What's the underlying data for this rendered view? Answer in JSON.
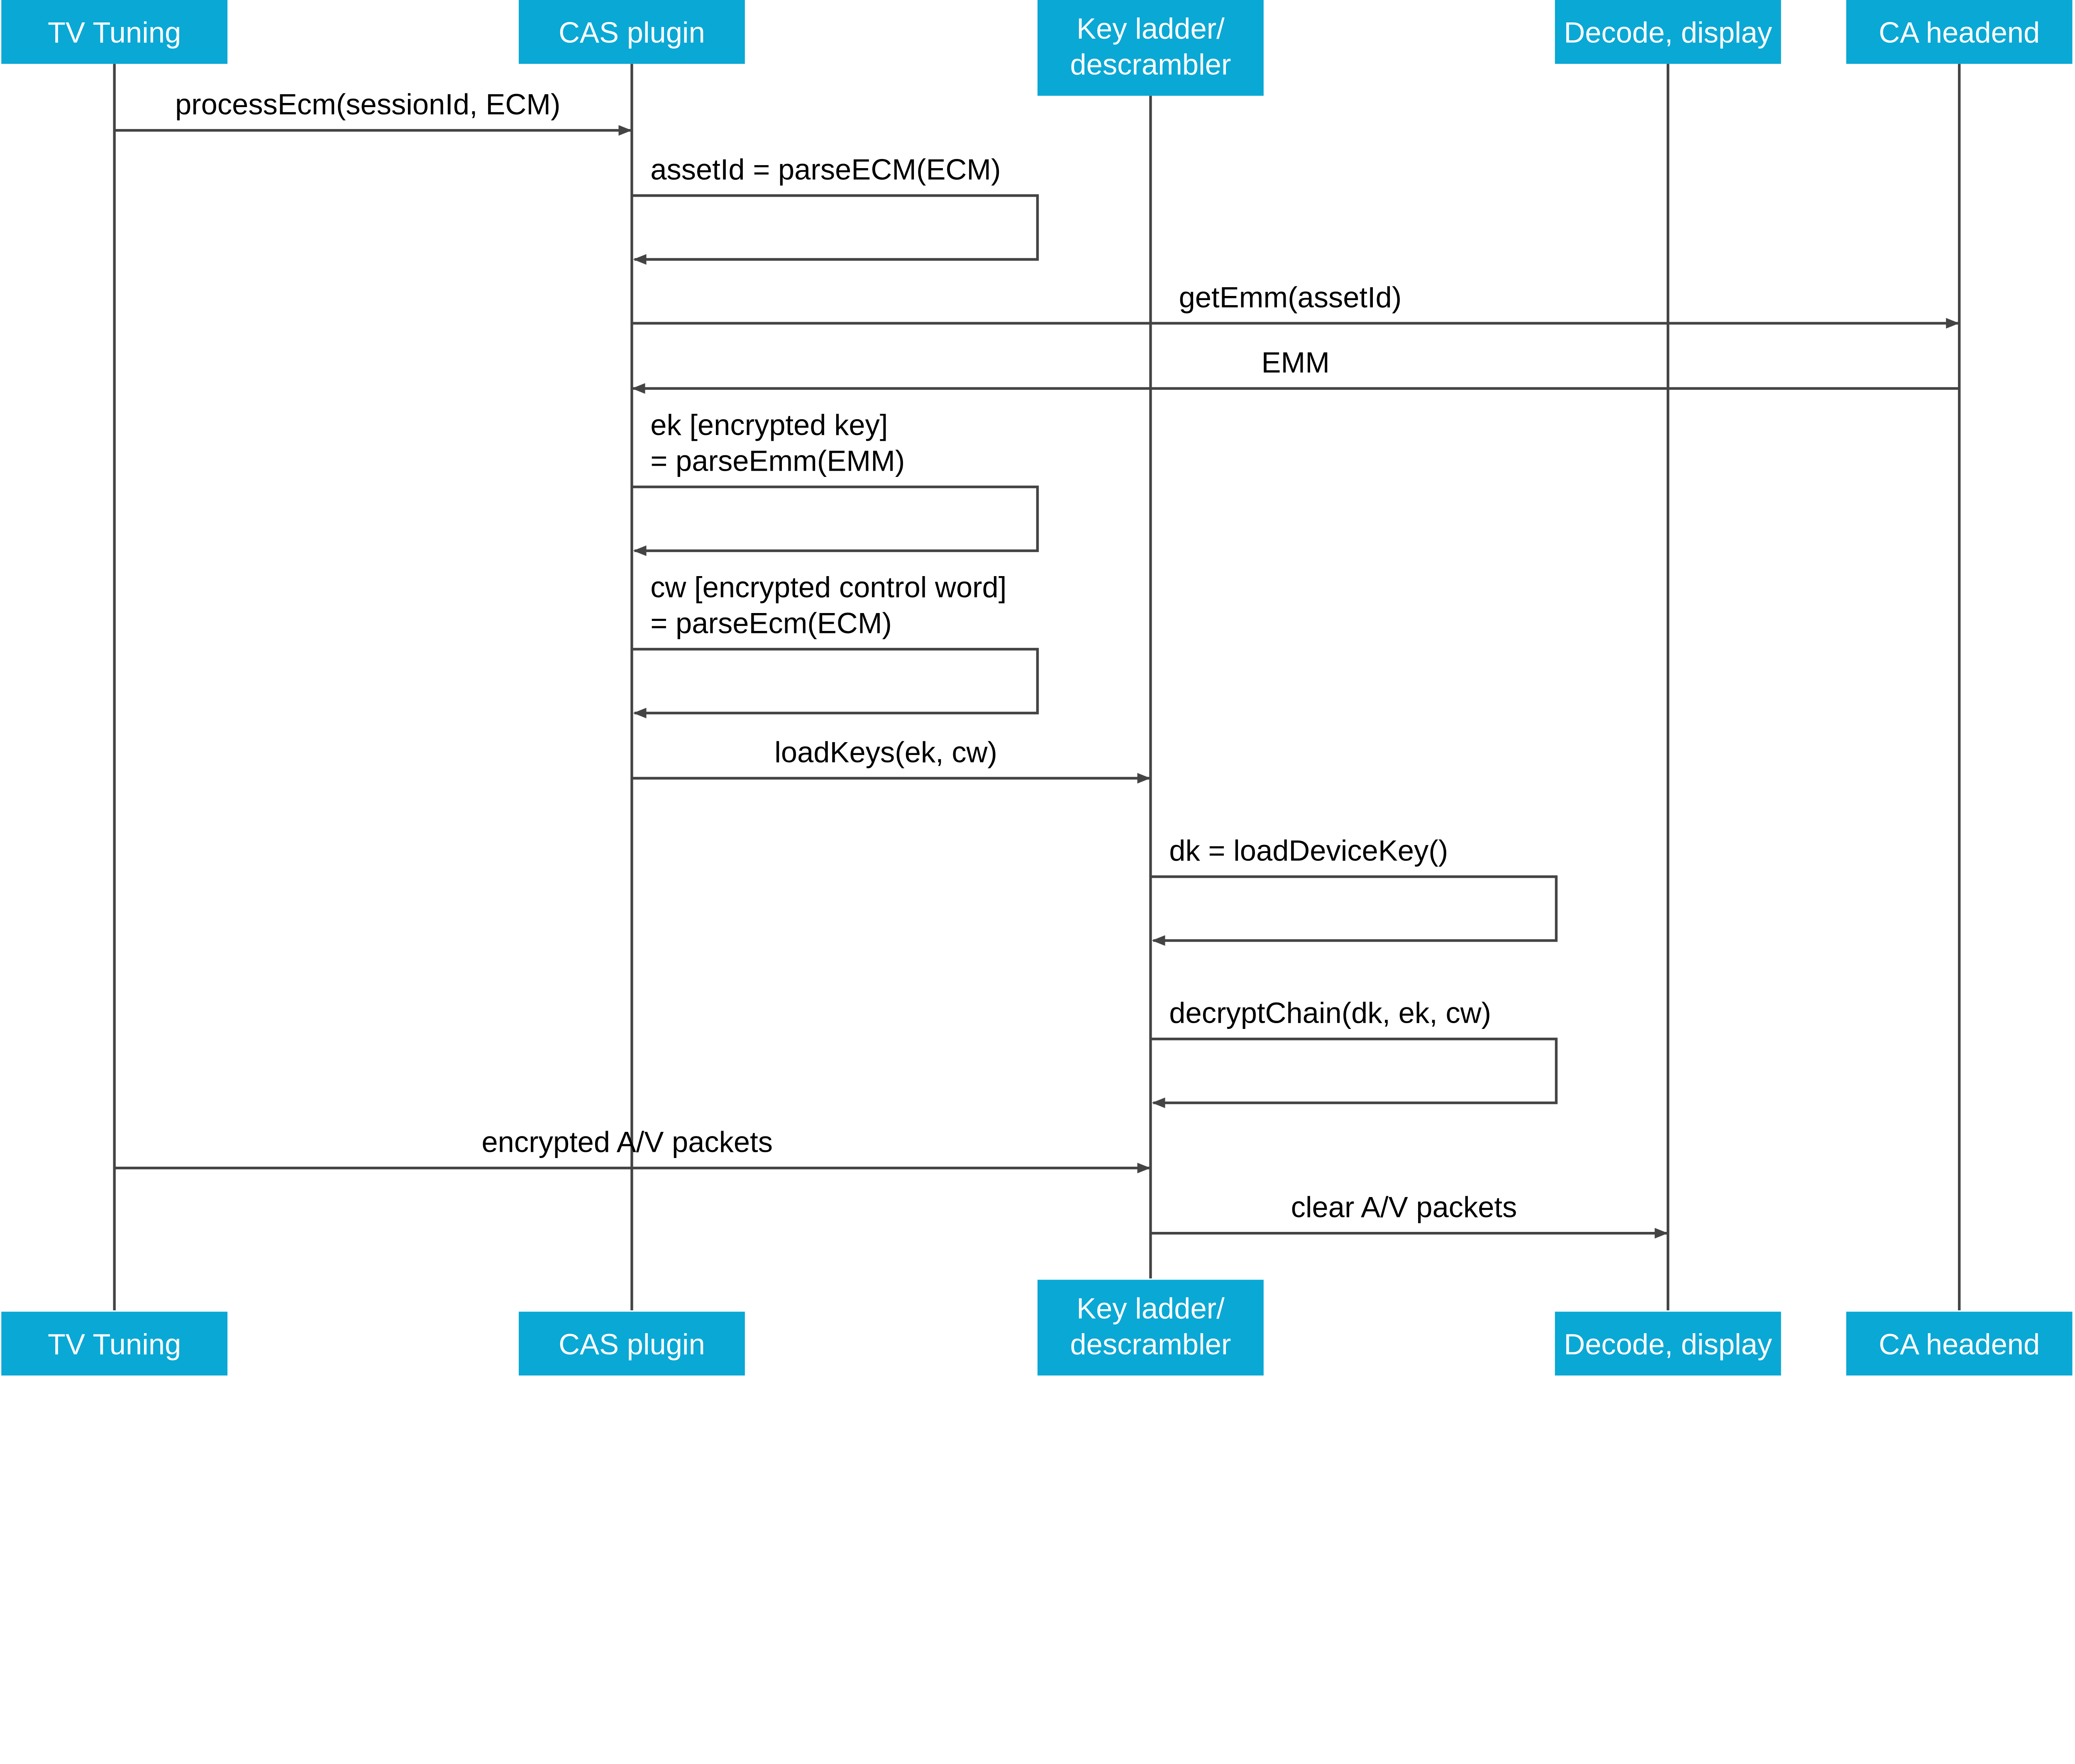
{
  "colors": {
    "header_fill": "#0aa8d5",
    "header_text": "#ffffff",
    "line": "#444444",
    "text": "#000000"
  },
  "participants": [
    {
      "label": [
        "TV Tuning"
      ]
    },
    {
      "label": [
        "CAS plugin"
      ]
    },
    {
      "label": [
        "Key ladder/",
        "descrambler"
      ]
    },
    {
      "label": [
        "Decode, display"
      ]
    },
    {
      "label": [
        "CA headend"
      ]
    }
  ],
  "messages": [
    {
      "from": 0,
      "to": 1,
      "label": [
        "processEcm(sessionId, ECM)"
      ]
    },
    {
      "from": 1,
      "to": 1,
      "label": [
        "assetId = parseECM(ECM)"
      ]
    },
    {
      "from": 1,
      "to": 4,
      "label": [
        "getEmm(assetId)"
      ]
    },
    {
      "from": 4,
      "to": 1,
      "label": [
        "EMM"
      ]
    },
    {
      "from": 1,
      "to": 1,
      "label": [
        "ek [encrypted key]",
        "= parseEmm(EMM)"
      ]
    },
    {
      "from": 1,
      "to": 1,
      "label": [
        "cw [encrypted control word]",
        "= parseEcm(ECM)"
      ]
    },
    {
      "from": 1,
      "to": 2,
      "label": [
        "loadKeys(ek, cw)"
      ]
    },
    {
      "from": 2,
      "to": 2,
      "label": [
        "dk = loadDeviceKey()"
      ]
    },
    {
      "from": 2,
      "to": 2,
      "label": [
        "decryptChain(dk, ek, cw)"
      ]
    },
    {
      "from": 0,
      "to": 2,
      "label": [
        "encrypted A/V packets"
      ]
    },
    {
      "from": 2,
      "to": 3,
      "label": [
        "clear A/V packets"
      ]
    }
  ]
}
